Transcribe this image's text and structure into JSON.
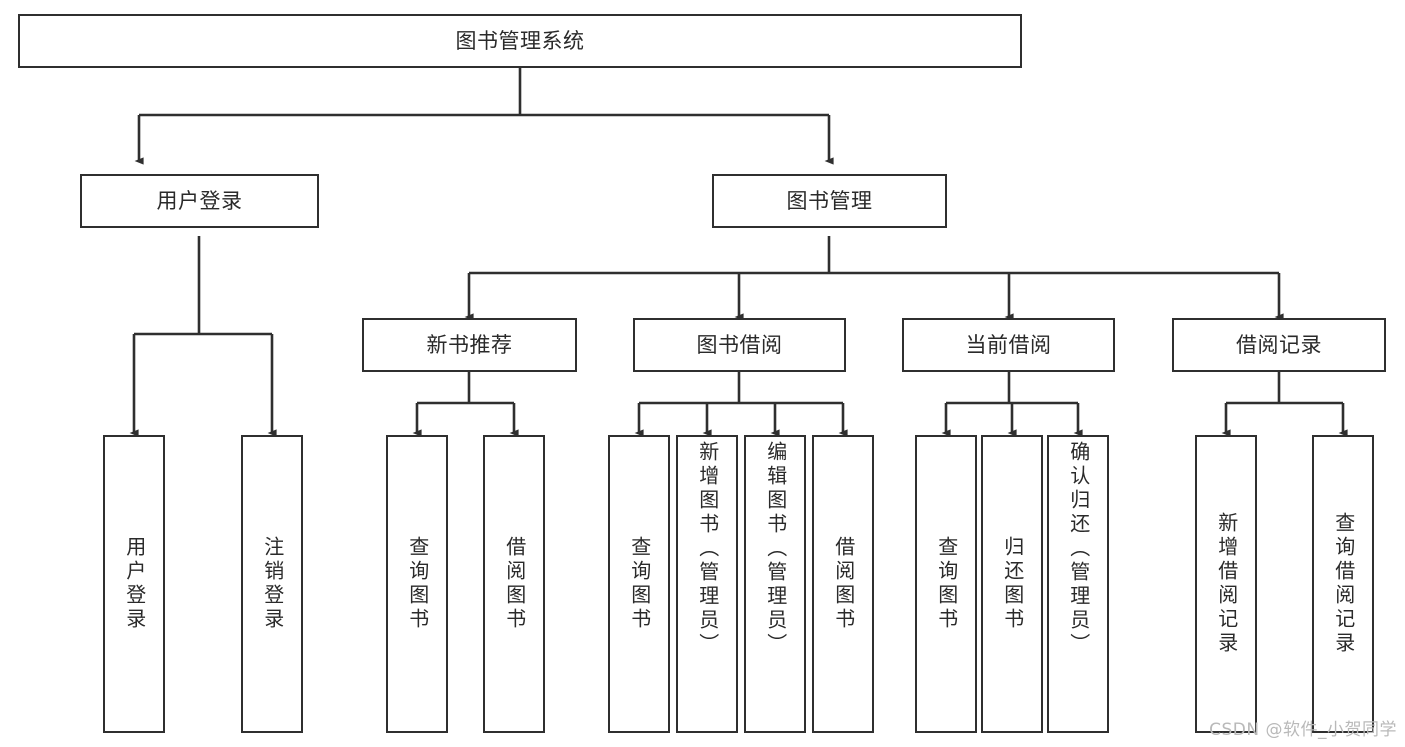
{
  "diagram": {
    "type": "tree-hierarchy",
    "title": "图书管理系统",
    "watermark": "CSDN @软件_小贺同学",
    "colors": {
      "stroke": "#2f2f2f",
      "fill": "#ffffff",
      "text": "#2a2a2a",
      "watermark": "#b9b9b9"
    },
    "levels": {
      "root": {
        "label": "图书管理系统"
      },
      "level1": [
        {
          "label": "用户登录"
        },
        {
          "label": "图书管理"
        }
      ],
      "level2": [
        {
          "label": "新书推荐"
        },
        {
          "label": "图书借阅"
        },
        {
          "label": "当前借阅"
        },
        {
          "label": "借阅记录"
        }
      ],
      "leaves": {
        "user_login": [
          {
            "label": "用户登录"
          },
          {
            "label": "注销登录"
          }
        ],
        "new_book_recommend": [
          {
            "label": "查询图书"
          },
          {
            "label": "借阅图书"
          }
        ],
        "book_borrow": [
          {
            "label": "查询图书"
          },
          {
            "label": "新增图书（管理员）"
          },
          {
            "label": "编辑图书（管理员）"
          },
          {
            "label": "借阅图书"
          }
        ],
        "current_borrow": [
          {
            "label": "查询图书"
          },
          {
            "label": "归还图书"
          },
          {
            "label": "确认归还（管理员）"
          }
        ],
        "borrow_record": [
          {
            "label": "新增借阅记录"
          },
          {
            "label": "查询借阅记录"
          }
        ]
      }
    },
    "edges": [
      {
        "from": "图书管理系统",
        "to": "用户登录"
      },
      {
        "from": "图书管理系统",
        "to": "图书管理"
      },
      {
        "from": "用户登录",
        "to": "用户登录"
      },
      {
        "from": "用户登录",
        "to": "注销登录"
      },
      {
        "from": "图书管理",
        "to": "新书推荐"
      },
      {
        "from": "图书管理",
        "to": "图书借阅"
      },
      {
        "from": "图书管理",
        "to": "当前借阅"
      },
      {
        "from": "图书管理",
        "to": "借阅记录"
      },
      {
        "from": "新书推荐",
        "to": "查询图书"
      },
      {
        "from": "新书推荐",
        "to": "借阅图书"
      },
      {
        "from": "图书借阅",
        "to": "查询图书"
      },
      {
        "from": "图书借阅",
        "to": "新增图书（管理员）"
      },
      {
        "from": "图书借阅",
        "to": "编辑图书（管理员）"
      },
      {
        "from": "图书借阅",
        "to": "借阅图书"
      },
      {
        "from": "当前借阅",
        "to": "查询图书"
      },
      {
        "from": "当前借阅",
        "to": "归还图书"
      },
      {
        "from": "当前借阅",
        "to": "确认归还（管理员）"
      },
      {
        "from": "借阅记录",
        "to": "新增借阅记录"
      },
      {
        "from": "借阅记录",
        "to": "查询借阅记录"
      }
    ]
  }
}
